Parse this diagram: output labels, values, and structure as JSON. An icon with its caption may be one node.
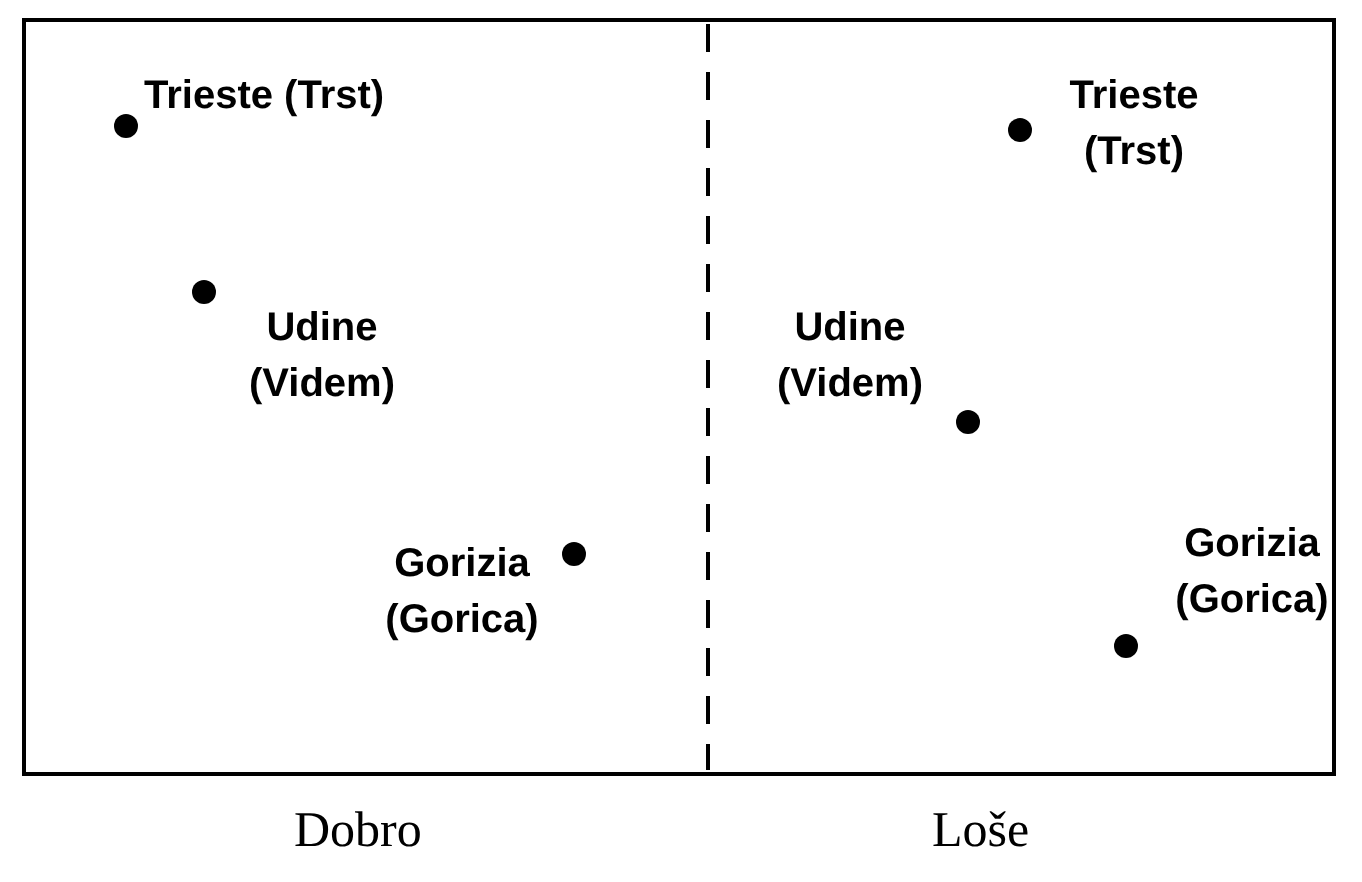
{
  "diagram": {
    "labels": [
      "Trieste (Trst)",
      "Trieste (Trst)",
      "Udine (Videm)",
      "Udine (Videm)",
      "Gorizia (Gorica)",
      "Gorizia (Gorica)",
      "Dobro",
      "Loše"
    ]
  }
}
